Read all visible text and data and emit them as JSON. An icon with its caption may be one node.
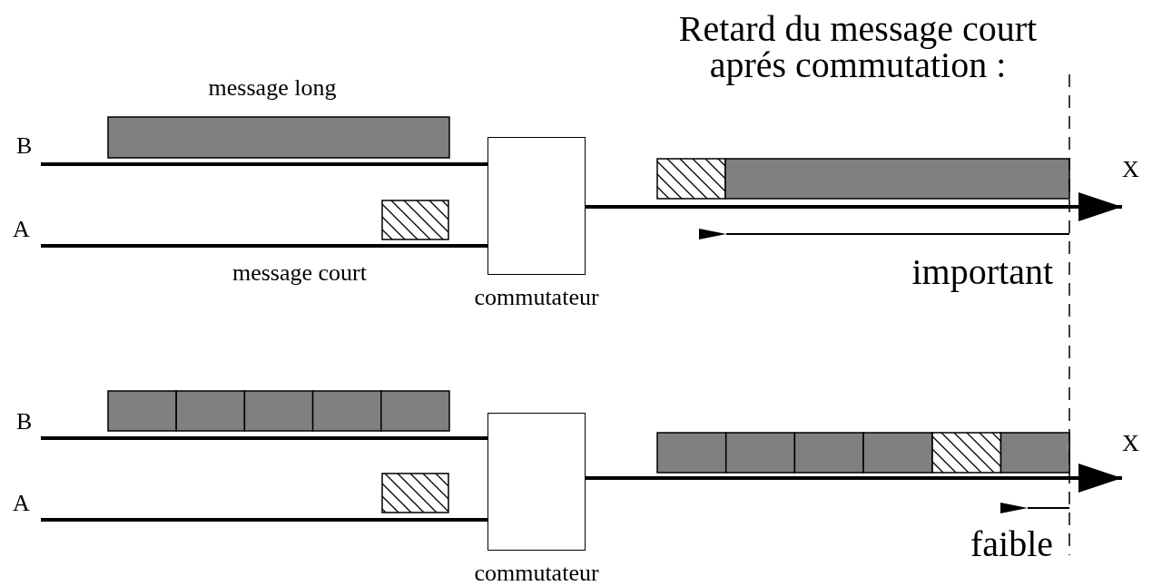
{
  "diagram": {
    "nodes": [
      {
        "text": [
          "B"
        ]
      },
      {
        "text": [
          "A"
        ]
      },
      {
        "text": [
          "commutateur"
        ]
      },
      {
        "text": [
          "X"
        ]
      },
      {
        "text": [
          "B"
        ]
      },
      {
        "text": [
          "A"
        ]
      },
      {
        "text": [
          "commutateur"
        ]
      },
      {
        "text": [
          "X"
        ]
      }
    ],
    "edges": [
      {
        "from": 0,
        "to": 2,
        "arrow": "none"
      },
      {
        "from": 1,
        "to": 2,
        "arrow": "none"
      },
      {
        "from": 2,
        "to": 3,
        "arrow": "to"
      },
      {
        "from": 4,
        "to": 6,
        "arrow": "none"
      },
      {
        "from": 5,
        "to": 6,
        "arrow": "none"
      },
      {
        "from": 6,
        "to": 7,
        "arrow": "to"
      }
    ],
    "labels": [
      "Retard du message court aprés commutation :",
      "message long",
      "message court",
      "important",
      "faible"
    ]
  }
}
